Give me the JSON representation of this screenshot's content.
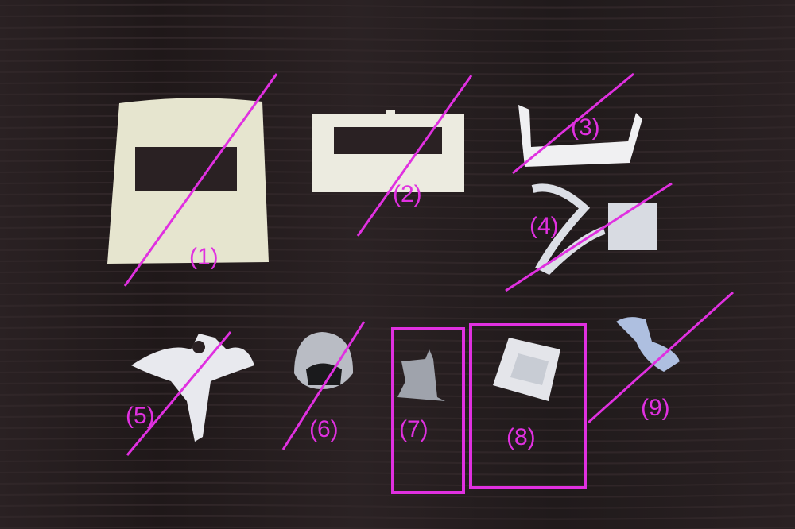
{
  "annotation_color": "#e030e0",
  "labels": [
    "(1)",
    "(2)",
    "(3)",
    "(4)",
    "(5)",
    "(6)",
    "(7)",
    "(8)",
    "(9)"
  ]
}
